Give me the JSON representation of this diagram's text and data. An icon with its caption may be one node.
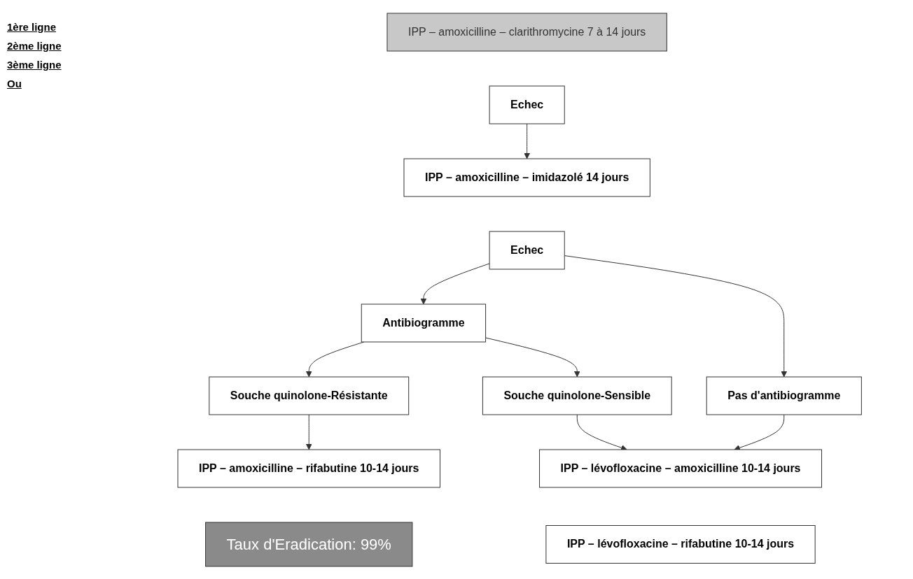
{
  "diagram": {
    "nodes": [
      {
        "text": [
          "IPP – amoxicilline – clarithromycine 7 à 14 jours"
        ]
      },
      {
        "text": [
          "Echec"
        ]
      },
      {
        "text": [
          "IPP – amoxicilline – imidazolé  14 jours"
        ]
      },
      {
        "text": [
          "Echec"
        ]
      },
      {
        "text": [
          "Antibiogramme"
        ]
      },
      {
        "text": [
          "Pas d'antibiogramme"
        ]
      },
      {
        "text": [
          "Souche quinolone-Résistante"
        ]
      },
      {
        "text": [
          "Souche quinolone-Sensible"
        ]
      },
      {
        "text": [
          "IPP – amoxicilline – rifabutine  10-14 jours"
        ]
      },
      {
        "text": [
          "IPP – lévofloxacine – amoxicilline  10-14 jours"
        ]
      },
      {
        "text": [
          "IPP – lévofloxacine – rifabutine  10-14 jours"
        ]
      },
      {
        "text": [
          "Taux d'Eradication: 99%"
        ]
      }
    ],
    "edges": [
      {
        "from": 1,
        "to": 2,
        "arrow": "to"
      },
      {
        "from": 3,
        "to": 4,
        "arrow": "to"
      },
      {
        "from": 3,
        "to": 5,
        "arrow": "to"
      },
      {
        "from": 4,
        "to": 6,
        "arrow": "to"
      },
      {
        "from": 4,
        "to": 7,
        "arrow": "to"
      },
      {
        "from": 6,
        "to": 8,
        "arrow": "to"
      },
      {
        "from": 7,
        "to": 9,
        "arrow": "to"
      },
      {
        "from": 5,
        "to": 9,
        "arrow": "to"
      }
    ],
    "labels": [
      "1ère ligne",
      "2ème ligne",
      "3ème ligne",
      "Ou"
    ]
  }
}
